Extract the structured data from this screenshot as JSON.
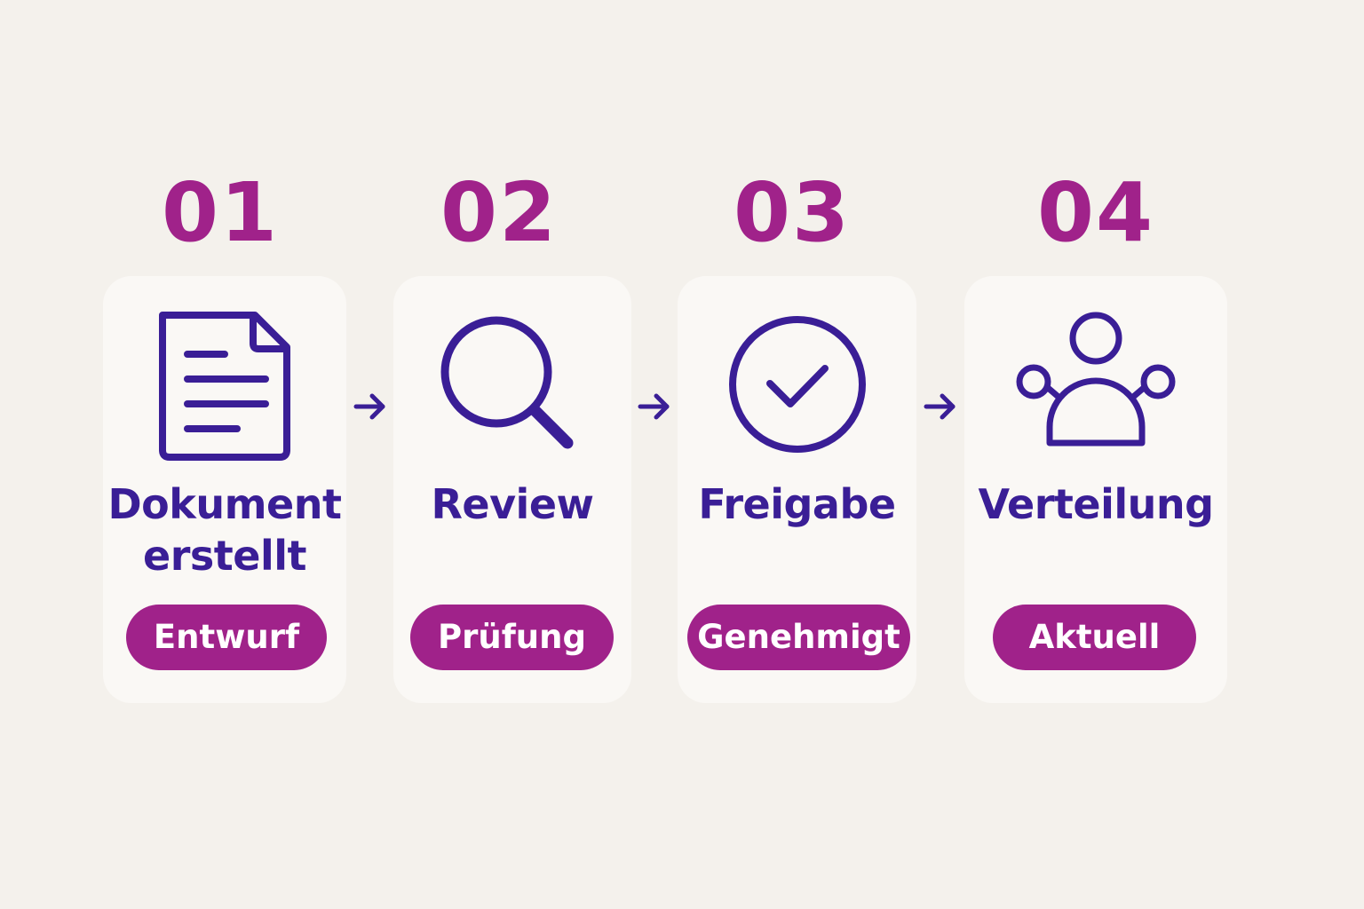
{
  "colors": {
    "background": "#f4f1ec",
    "card": "#faf8f5",
    "accent": "#a0228a",
    "ink": "#3a1e96"
  },
  "steps": [
    {
      "number": "01",
      "title_line1": "Dokument",
      "title_line2": "erstellt",
      "badge": "Entwurf",
      "icon": "document-icon"
    },
    {
      "number": "02",
      "title_line1": "Review",
      "badge": "Prüfung",
      "icon": "magnifier-icon"
    },
    {
      "number": "03",
      "title_line1": "Freigabe",
      "badge": "Genehmigt",
      "icon": "check-circle-icon"
    },
    {
      "number": "04",
      "title_line1": "Verteilung",
      "badge": "Aktuell",
      "icon": "distribution-icon"
    }
  ],
  "connectors": [
    "arrow-right-icon",
    "arrow-right-icon",
    "arrow-right-icon"
  ]
}
